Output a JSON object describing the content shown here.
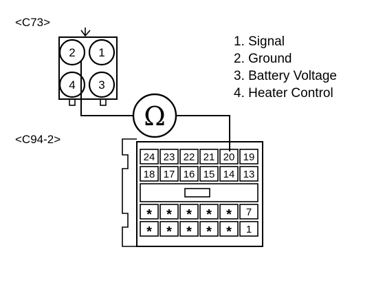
{
  "connector_c73": {
    "label": "<C73>",
    "pins": [
      "2",
      "1",
      "4",
      "3"
    ]
  },
  "connector_c94": {
    "label": "<C94-2>",
    "row1": [
      "24",
      "23",
      "22",
      "21",
      "20",
      "19"
    ],
    "row2": [
      "18",
      "17",
      "16",
      "15",
      "14",
      "13"
    ],
    "row4": [
      "*",
      "*",
      "*",
      "*",
      "*",
      "7"
    ],
    "row5": [
      "*",
      "*",
      "*",
      "*",
      "*",
      "1"
    ]
  },
  "ohmmeter": {
    "symbol": "Ω"
  },
  "legend": [
    "1. Signal",
    "2. Ground",
    "3. Battery Voltage",
    "4. Heater Control"
  ]
}
